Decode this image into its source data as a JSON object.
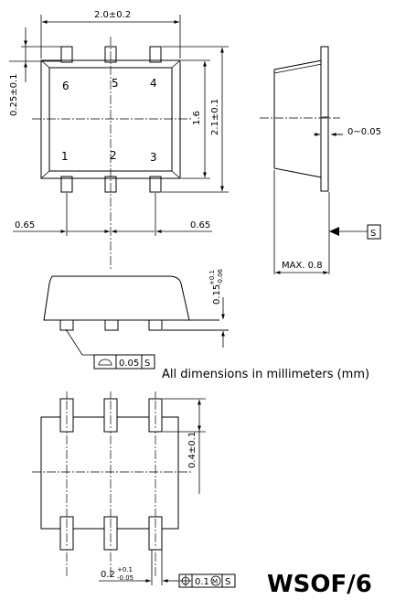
{
  "package_name": "WSOF/6",
  "units_note": "All dimensions in millimeters (mm)",
  "top_view": {
    "width_dim": "2.0±0.2",
    "lead_pitch_left": "0.65",
    "lead_pitch_right": "0.65",
    "lead_width_dim": "0.25±0.1",
    "body_height_dim": "1.6",
    "overall_height_dim": "2.1±0.1",
    "pin_labels": [
      "1",
      "2",
      "3",
      "4",
      "5",
      "6"
    ]
  },
  "side_view": {
    "standoff_dim": "0~0.05",
    "height_dim": "MAX. 0.8",
    "datum": "S"
  },
  "front_view": {
    "thickness_dim": "0.15",
    "thickness_tol_upper": "+0.1",
    "thickness_tol_lower": "-0.06",
    "flatness_value": "0.05",
    "flatness_datum": "S"
  },
  "land_pattern": {
    "pad_length_dim": "0.4±0.1",
    "pad_width_dim": "0.2",
    "pad_width_tol_upper": "+0.1",
    "pad_width_tol_lower": "-0.05",
    "position_tol_value": "0.1",
    "position_tol_modifier": "M",
    "position_tol_datum": "S"
  }
}
